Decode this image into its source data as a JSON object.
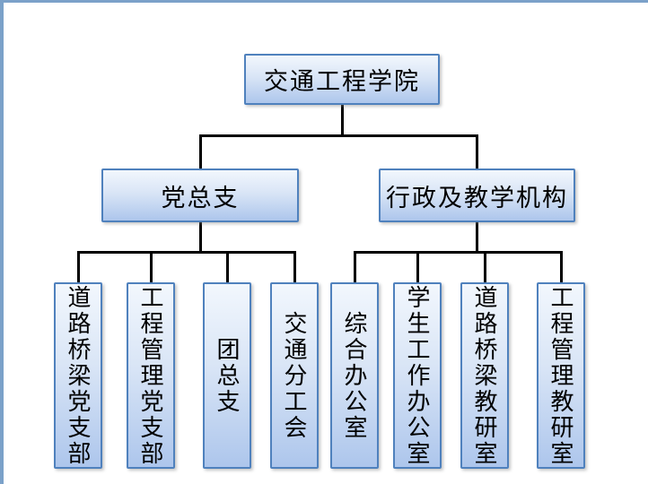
{
  "org": {
    "root": {
      "label": "交通工程学院"
    },
    "branches": [
      {
        "label": "党总支",
        "children": [
          {
            "label": "道路桥梁党支部"
          },
          {
            "label": "工程管理党支部"
          },
          {
            "label": "团总支"
          },
          {
            "label": "交通分工会"
          }
        ]
      },
      {
        "label": "行政及教学机构",
        "children": [
          {
            "label": "综合办公室"
          },
          {
            "label": "学生工作办公室"
          },
          {
            "label": "道路桥梁教研室"
          },
          {
            "label": "工程管理教研室"
          }
        ]
      }
    ],
    "colors": {
      "box_border": "#4f81bd",
      "box_fill_top": "#f2f7fd",
      "box_fill_bottom": "#adc6ec",
      "connector": "#000000",
      "page_border": "#7ba1c9",
      "text": "#000000"
    }
  }
}
